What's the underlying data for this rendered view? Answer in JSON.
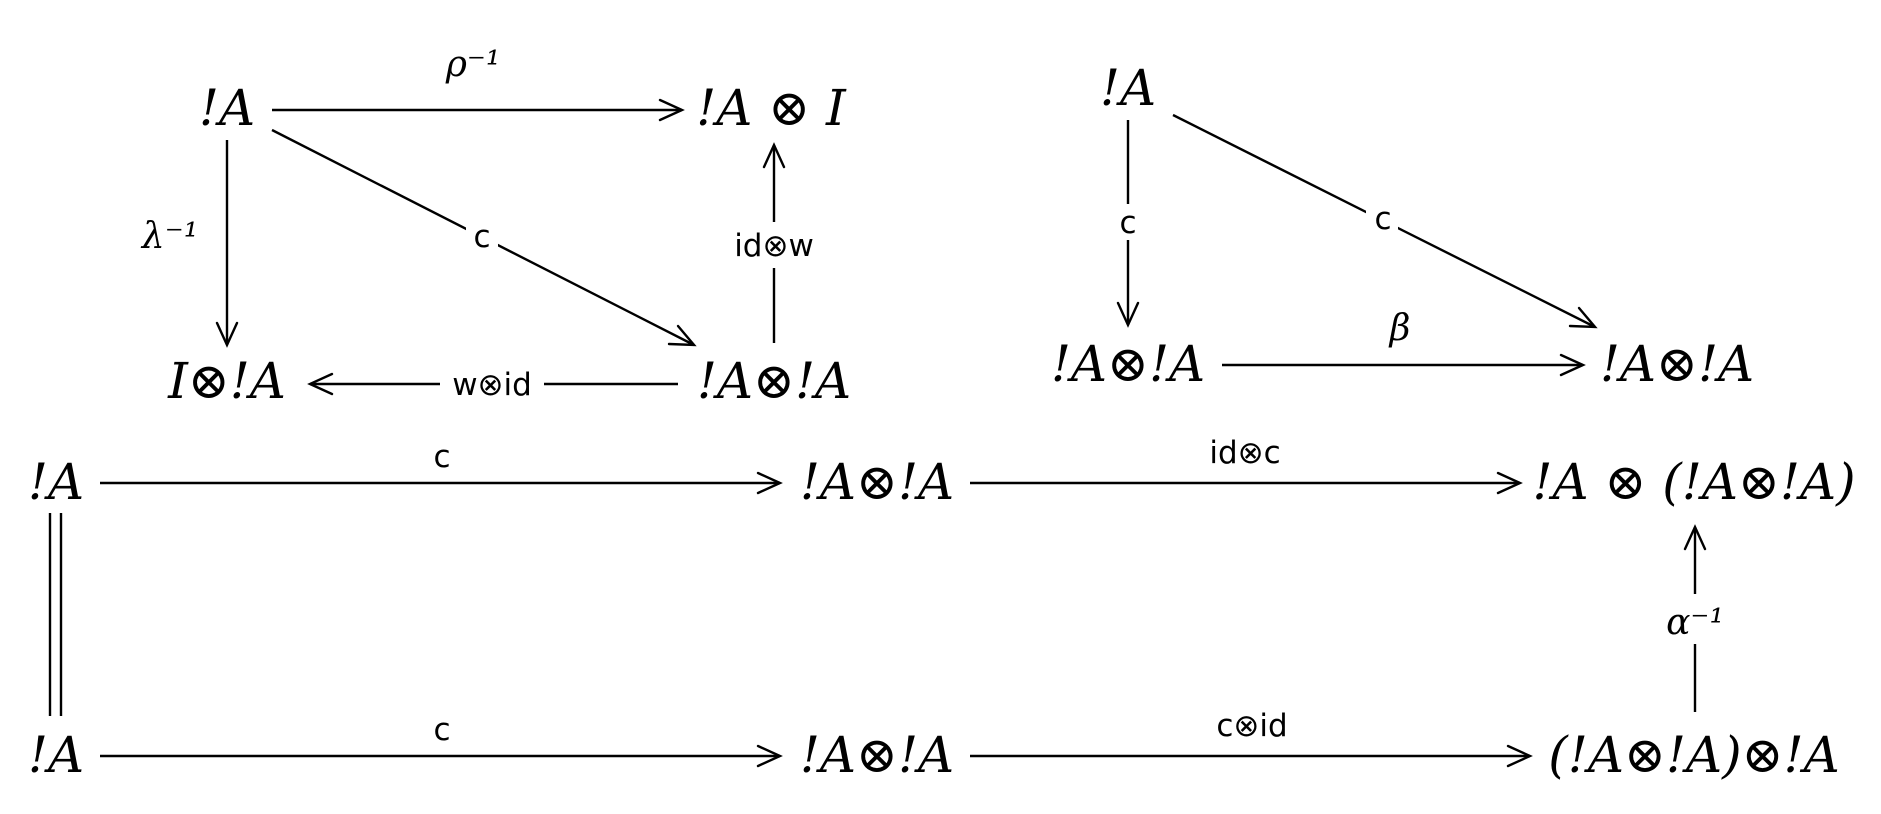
{
  "diagrams": [
    {
      "nodes": [
        {
          "id": "d1_tl",
          "text": "!A"
        },
        {
          "id": "d1_tr",
          "text": "!A ⊗ I"
        },
        {
          "id": "d1_bl",
          "text": "I⊗!A"
        },
        {
          "id": "d1_br",
          "text": "!A⊗!A"
        }
      ],
      "edges": [
        {
          "id": "d1_rho",
          "label": "ρ⁻¹",
          "style": "math"
        },
        {
          "id": "d1_lambda",
          "label": "λ⁻¹",
          "style": "math"
        },
        {
          "id": "d1_c",
          "label": "c",
          "style": "sans"
        },
        {
          "id": "d1_idw",
          "label": "id⊗w",
          "style": "sans"
        },
        {
          "id": "d1_wid",
          "label": "w⊗id",
          "style": "sans"
        }
      ]
    },
    {
      "nodes": [
        {
          "id": "d2_top",
          "text": "!A"
        },
        {
          "id": "d2_bl",
          "text": "!A⊗!A"
        },
        {
          "id": "d2_br",
          "text": "!A⊗!A"
        }
      ],
      "edges": [
        {
          "id": "d2_c_down",
          "label": "c",
          "style": "sans"
        },
        {
          "id": "d2_c_diag",
          "label": "c",
          "style": "sans"
        },
        {
          "id": "d2_beta",
          "label": "β",
          "style": "math"
        }
      ]
    },
    {
      "nodes": [
        {
          "id": "d3_tl",
          "text": "!A"
        },
        {
          "id": "d3_tm",
          "text": "!A⊗!A"
        },
        {
          "id": "d3_tr",
          "text": "!A ⊗ (!A⊗!A)"
        },
        {
          "id": "d3_bl",
          "text": "!A"
        },
        {
          "id": "d3_bm",
          "text": "!A⊗!A"
        },
        {
          "id": "d3_br",
          "text": "(!A⊗!A)⊗!A"
        }
      ],
      "edges": [
        {
          "id": "d3_c_top",
          "label": "c",
          "style": "sans"
        },
        {
          "id": "d3_idc",
          "label": "id⊗c",
          "style": "sans"
        },
        {
          "id": "d3_eq",
          "label": "",
          "style": "equality"
        },
        {
          "id": "d3_c_bot",
          "label": "c",
          "style": "sans"
        },
        {
          "id": "d3_cid",
          "label": "c⊗id",
          "style": "sans"
        },
        {
          "id": "d3_alpha",
          "label": "α⁻¹",
          "style": "math"
        }
      ]
    }
  ]
}
